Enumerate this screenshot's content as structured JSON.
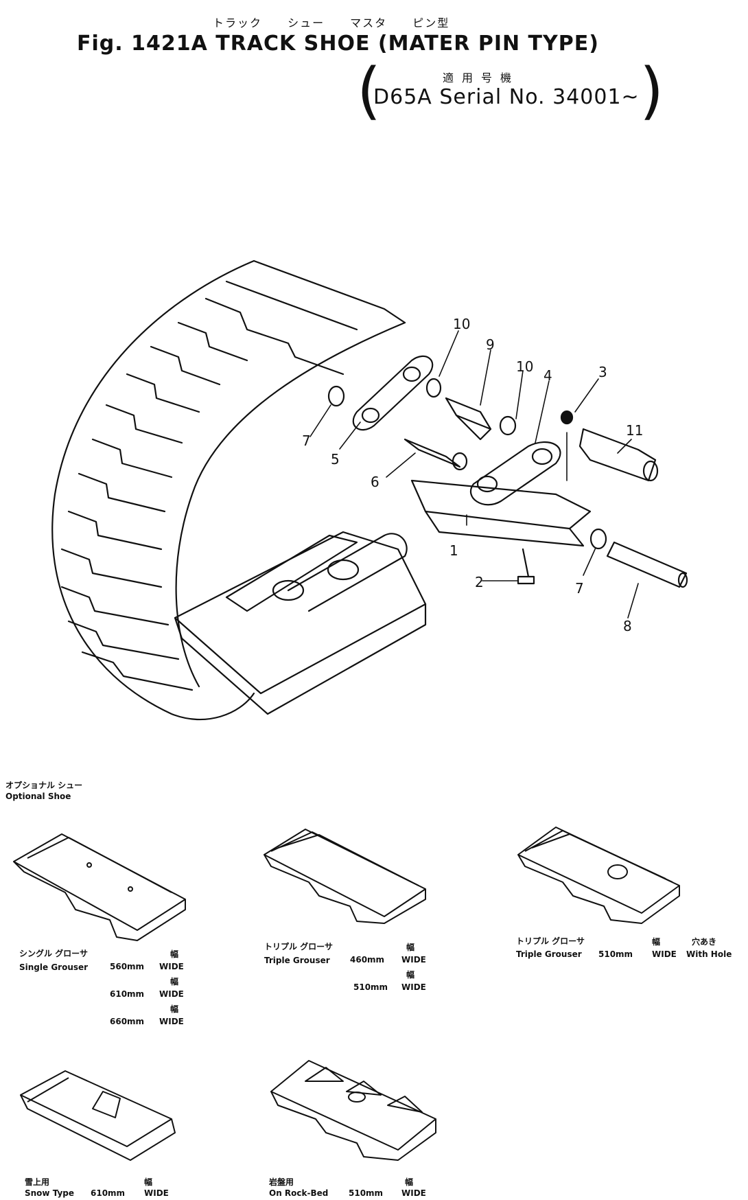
{
  "header": {
    "jp_title": "トラック シュー マスタ ピン型",
    "title": "Fig. 1421A  TRACK SHOE (MATER PIN TYPE)",
    "applicable_jp": "適用号機",
    "serial": "D65A Serial No. 34001~"
  },
  "callouts": [
    {
      "id": "c10a",
      "label": "10"
    },
    {
      "id": "c9",
      "label": "9"
    },
    {
      "id": "c10b",
      "label": "10"
    },
    {
      "id": "c4",
      "label": "4"
    },
    {
      "id": "c3",
      "label": "3"
    },
    {
      "id": "c11",
      "label": "11"
    },
    {
      "id": "c7a",
      "label": "7"
    },
    {
      "id": "c5",
      "label": "5"
    },
    {
      "id": "c6",
      "label": "6"
    },
    {
      "id": "c1",
      "label": "1"
    },
    {
      "id": "c2",
      "label": "2"
    },
    {
      "id": "c7b",
      "label": "7"
    },
    {
      "id": "c8",
      "label": "8"
    }
  ],
  "optional": {
    "jp": "オプショナル シュー",
    "en": "Optional Shoe"
  },
  "options": {
    "single": {
      "jp": "シングル グローサ",
      "name": "Single Grouser",
      "width_jp": "幅",
      "widths": [
        "560mm",
        "610mm",
        "660mm"
      ],
      "wide": "WIDE"
    },
    "triple": {
      "jp": "トリプル グローサ",
      "name": "Triple Grouser",
      "width_jp": "幅",
      "widths": [
        "460mm",
        "510mm"
      ],
      "wide": "WIDE"
    },
    "triple_hole": {
      "jp": "トリプル グローサ",
      "name": "Triple Grouser",
      "width": "510mm",
      "width_jp": "幅",
      "wide": "WIDE",
      "hole_jp": "穴あき",
      "hole": "With Hole"
    },
    "snow": {
      "jp": "雪上用",
      "name": "Snow Type",
      "width": "610mm",
      "width_jp": "幅",
      "wide": "WIDE"
    },
    "rock": {
      "jp": "岩盤用",
      "name": "On Rock-Bed",
      "width": "510mm",
      "width_jp": "幅",
      "wide": "WIDE"
    }
  }
}
